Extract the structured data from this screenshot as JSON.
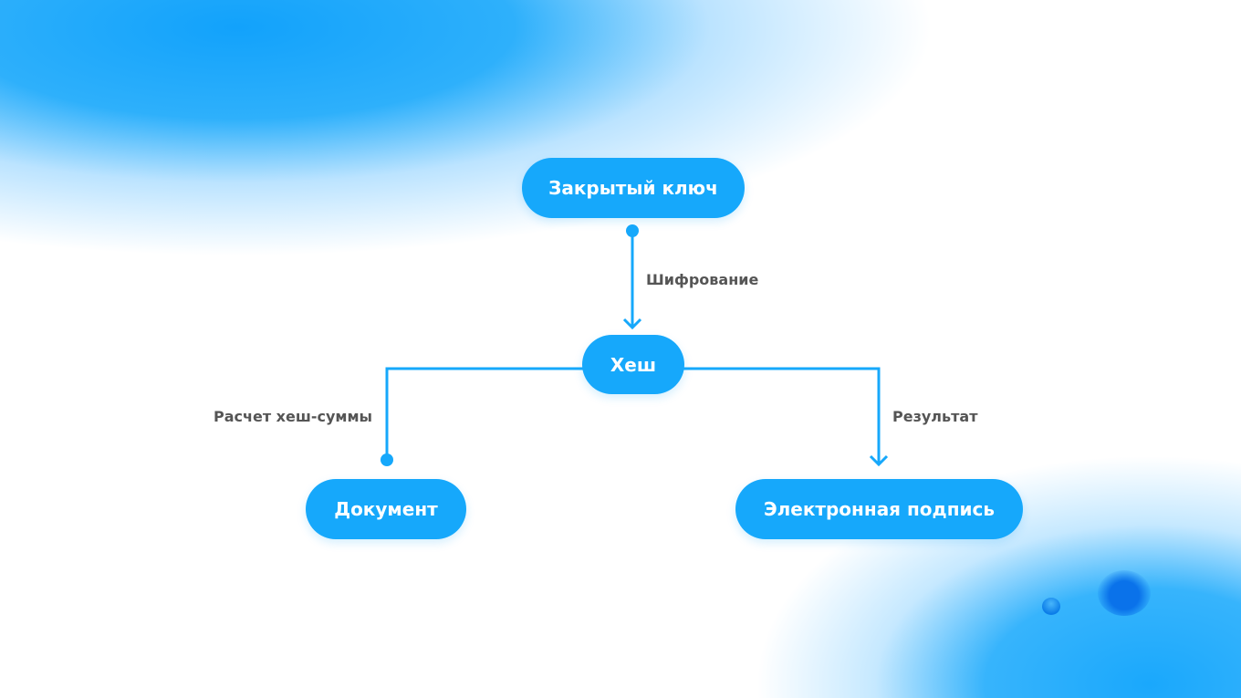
{
  "nodes": {
    "private_key": "Закрытый ключ",
    "hash": "Хеш",
    "document": "Документ",
    "signature": "Электронная подпись"
  },
  "edges": {
    "encryption": "Шифрование",
    "hash_calc": "Расчет хеш-суммы",
    "result": "Результат"
  },
  "colors": {
    "accent": "#16a8fb",
    "label": "#555555"
  }
}
